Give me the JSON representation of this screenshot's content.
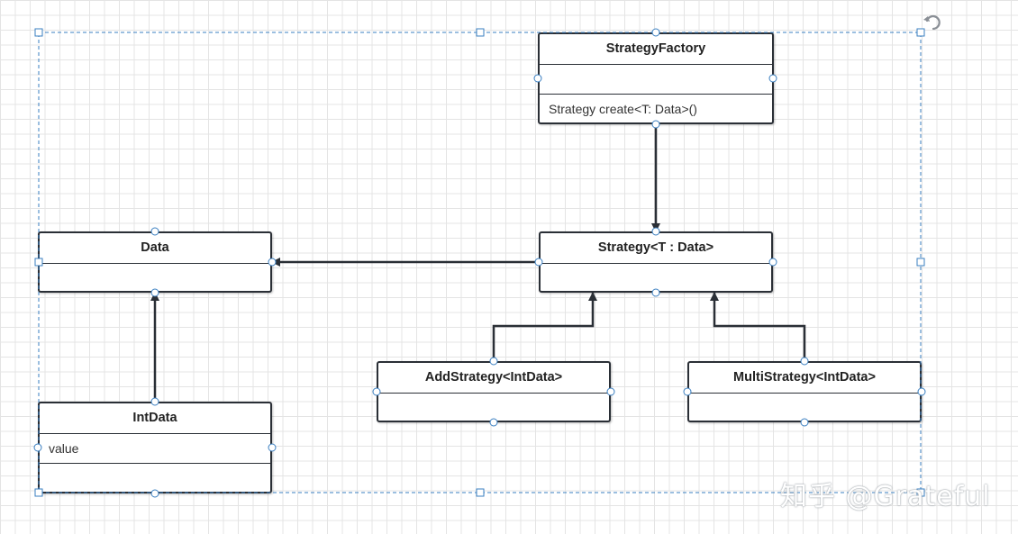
{
  "diagram": {
    "classes": {
      "strategy_factory": {
        "name": "StrategyFactory",
        "attributes": [],
        "methods": [
          "Strategy create<T: Data>()"
        ]
      },
      "data": {
        "name": "Data",
        "attributes": [],
        "methods": []
      },
      "strategy": {
        "name": "Strategy<T : Data>",
        "attributes": [],
        "methods": []
      },
      "add_strategy": {
        "name": "AddStrategy<IntData>",
        "attributes": [],
        "methods": []
      },
      "multi_strategy": {
        "name": "MultiStrategy<IntData>",
        "attributes": [],
        "methods": []
      },
      "int_data": {
        "name": "IntData",
        "attributes": [
          "value"
        ],
        "methods": []
      }
    },
    "relations": [
      {
        "from": "StrategyFactory",
        "to": "Strategy<T : Data>",
        "type": "association"
      },
      {
        "from": "Strategy<T : Data>",
        "to": "Data",
        "type": "association"
      },
      {
        "from": "AddStrategy<IntData>",
        "to": "Strategy<T : Data>",
        "type": "association"
      },
      {
        "from": "MultiStrategy<IntData>",
        "to": "Strategy<T : Data>",
        "type": "association"
      },
      {
        "from": "IntData",
        "to": "Data",
        "type": "association"
      }
    ]
  },
  "watermark": "知乎 @Grateful",
  "colors": {
    "border": "#2a2f36",
    "selection": "#3a7fc1",
    "grid": "#e4e4e4",
    "handle_fill": "#ffffff"
  },
  "icons": {
    "rotate": "rotate-icon"
  }
}
